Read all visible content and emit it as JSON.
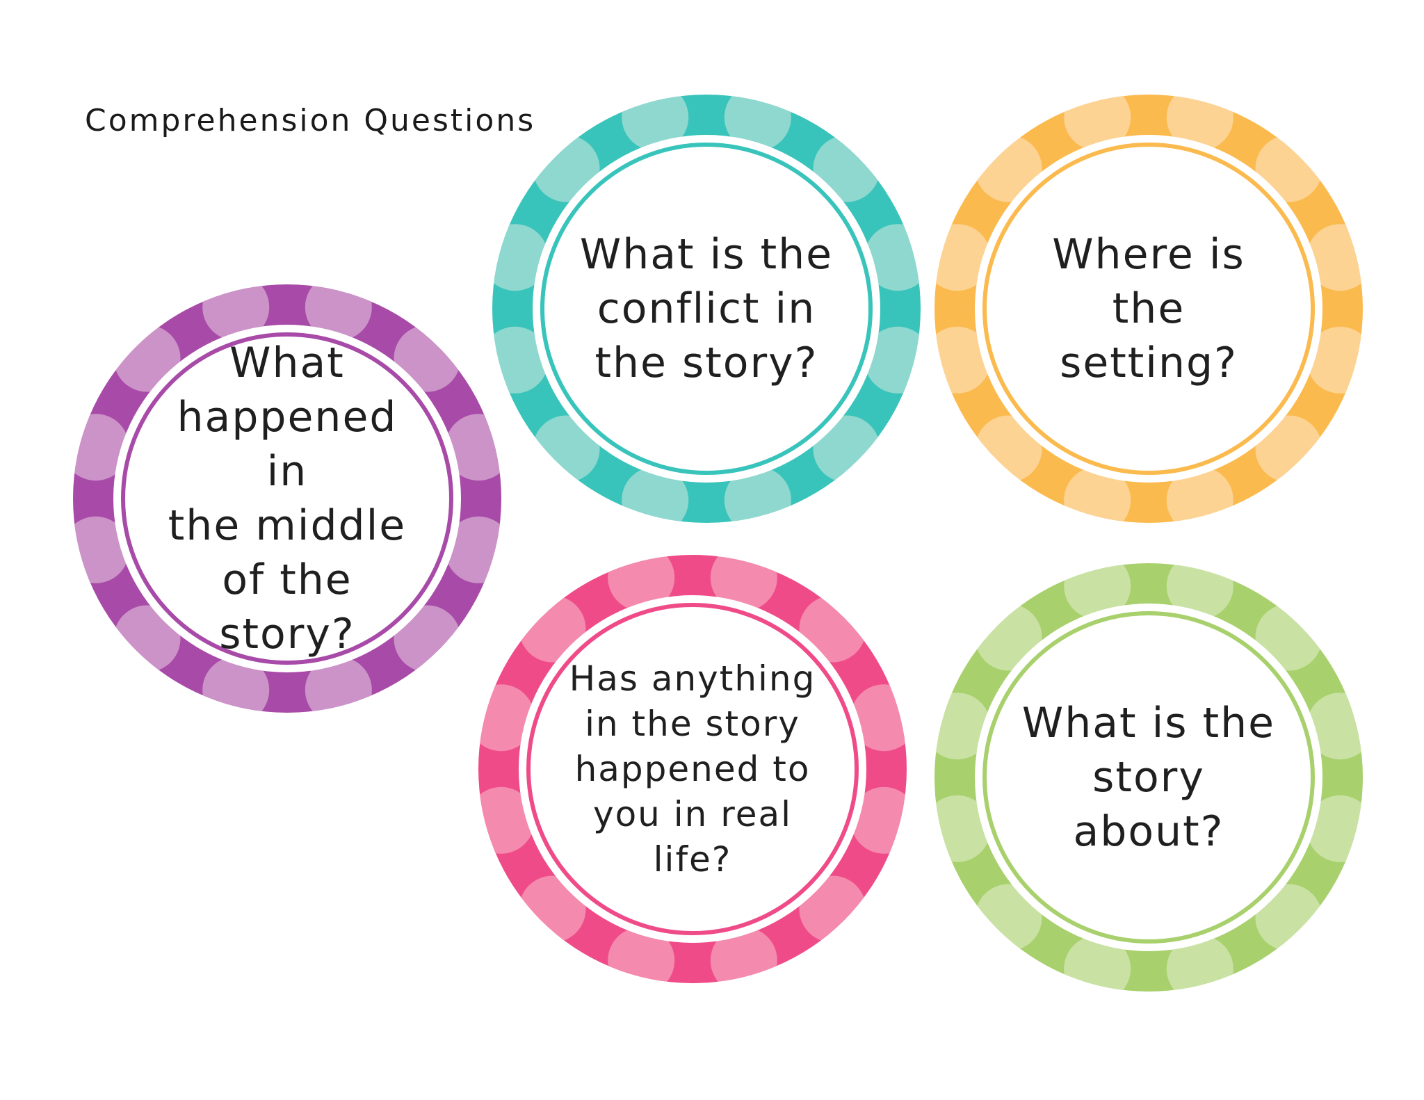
{
  "page": {
    "title": "Comprehension Questions"
  },
  "badges": [
    {
      "id": "purple",
      "text": "What\nhappened in\nthe middle\nof the\nstory?",
      "base_color": "#A84AA7",
      "dot_color": "#CC93C9"
    },
    {
      "id": "teal",
      "text": "What is the\nconflict in\nthe story?",
      "base_color": "#39C4BB",
      "dot_color": "#8FD8CF"
    },
    {
      "id": "orange",
      "text": "Where is the\nsetting?",
      "base_color": "#FBBA4E",
      "dot_color": "#FDD394"
    },
    {
      "id": "pink",
      "text": "Has anything\nin the story\nhappened to\nyou in real\nlife?",
      "base_color": "#EF4B88",
      "dot_color": "#F48AAD"
    },
    {
      "id": "green",
      "text": "What is the\nstory\nabout?",
      "base_color": "#A8D06C",
      "dot_color": "#C9E2A4"
    }
  ]
}
